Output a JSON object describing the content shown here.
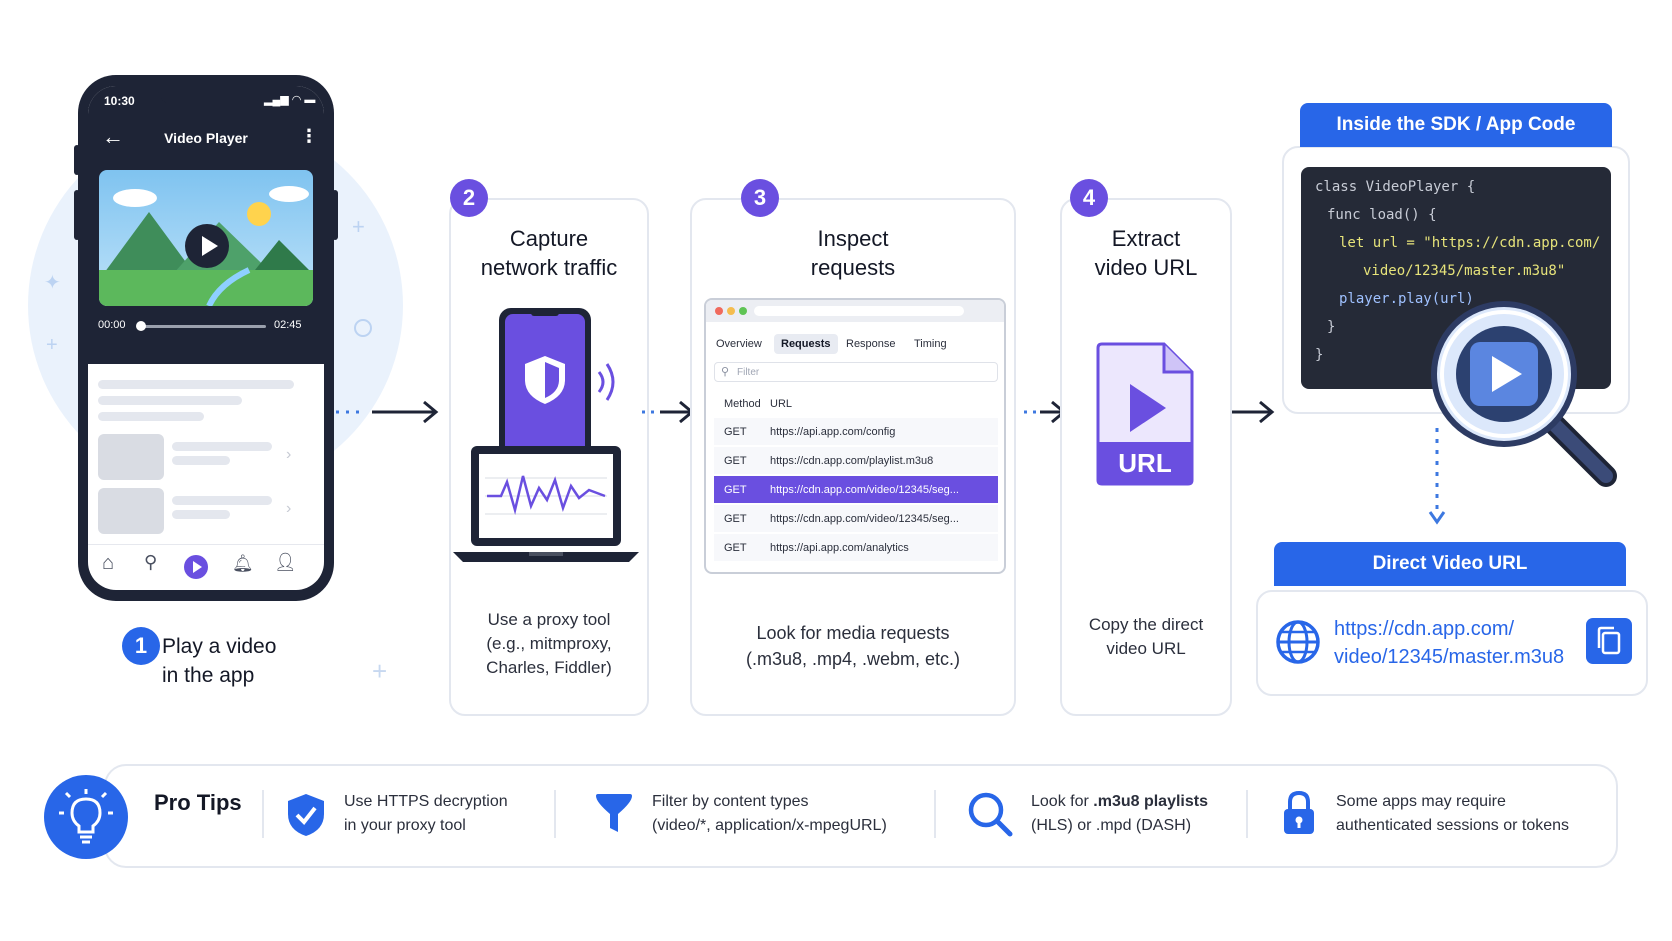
{
  "phone": {
    "time": "10:30",
    "title": "Video Player",
    "time_start": "00:00",
    "time_end": "02:45",
    "progress": 0.02
  },
  "steps": [
    {
      "num": "1",
      "title": "Play a video\nin the app",
      "desc": ""
    },
    {
      "num": "2",
      "title": "Capture\nnetwork traffic",
      "desc": "Use a proxy tool\n(e.g., mitmproxy,\nCharles, Fiddler)"
    },
    {
      "num": "3",
      "title": "Inspect\nrequests",
      "desc": "Look for media requests\n(.m3u8, .mp4, .webm, etc.)"
    },
    {
      "num": "4",
      "title": "Extract\nvideo URL",
      "desc": "Copy the direct\nvideo URL"
    }
  ],
  "inspector": {
    "tabs": [
      "Overview",
      "Requests",
      "Response",
      "Timing"
    ],
    "active_tab": "Requests",
    "filter_placeholder": "Filter",
    "headers": [
      "Method",
      "URL"
    ],
    "rows": [
      {
        "method": "GET",
        "url": "https://api.app.com/config"
      },
      {
        "method": "GET",
        "url": "https://cdn.app.com/playlist.m3u8"
      },
      {
        "method": "GET",
        "url": "https://cdn.app.com/video/12345/seg..."
      },
      {
        "method": "GET",
        "url": "https://cdn.app.com/video/12345/seg..."
      },
      {
        "method": "GET",
        "url": "https://api.app.com/analytics"
      }
    ],
    "selected_row": 2
  },
  "file_icon_label": "URL",
  "sdk": {
    "header": "Inside the SDK / App Code",
    "code": [
      {
        "text": "class VideoPlayer {",
        "indent": 0
      },
      {
        "text": "func load() {",
        "indent": 1
      },
      {
        "text": "let url = \"https://cdn.app.com/",
        "indent": 2
      },
      {
        "text": "video/12345/master.m3u8\"",
        "indent": 4
      },
      {
        "text": "player.play(url)",
        "indent": 2
      },
      {
        "text": "}",
        "indent": 1
      },
      {
        "text": "}",
        "indent": 0
      }
    ]
  },
  "direct": {
    "header": "Direct Video URL",
    "url_line1": "https://cdn.app.com/",
    "url_line2": "video/12345/master.m3u8"
  },
  "tips": {
    "title": "Pro Tips",
    "items": [
      {
        "icon": "shield-check-icon",
        "line1": "Use HTTPS decryption",
        "line2": "in your proxy tool"
      },
      {
        "icon": "funnel-icon",
        "line1": "Filter by content types",
        "line2": "(video/*, application/x-mpegURL)"
      },
      {
        "icon": "magnifier-icon",
        "line1_pre": "Look for ",
        "line1_bold": ".m3u8 playlists",
        "line2": "(HLS) or .mpd (DASH)"
      },
      {
        "icon": "lock-icon",
        "line1": "Some apps may require",
        "line2": "authenticated sessions or tokens"
      }
    ]
  },
  "colors": {
    "accent_purple": "#6a4fe0",
    "accent_blue": "#2866e8",
    "dark": "#1e2436"
  }
}
